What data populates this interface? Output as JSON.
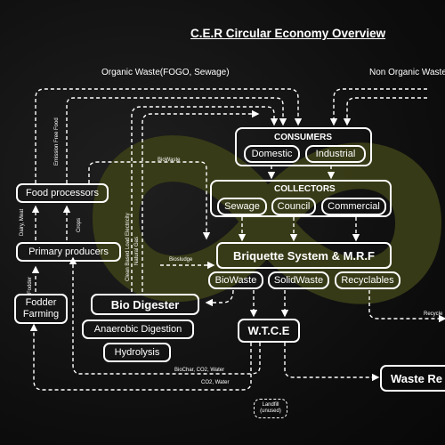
{
  "title": "C.E.R Circular Economy Overview",
  "labels": {
    "organic_waste": "Organic Waste(FOGO, Sewage)",
    "non_organic_waste": "Non Organic Waste",
    "emission_free_food": "Emission Free Food",
    "biowaste_flow": "BioWaste",
    "clean_electricity": "Clean Based Load Electricity",
    "natural_gas": "Natural Gas",
    "biosludge": "Biosludge",
    "dairy_meat": "Dairy, Meat",
    "crops": "Crops",
    "fodder": "Fodder",
    "biochar_co2_water": "BioChar, CO2, Water",
    "co2_water": "CO2, Water",
    "recycle": "Recycle"
  },
  "nodes": {
    "consumers": "CONSUMERS",
    "domestic": "Domestic",
    "industrial": "Industrial",
    "collectors": "COLLECTORS",
    "sewage": "Sewage",
    "council": "Council",
    "commercial": "Commercial",
    "briquette": "Briquette System & M.R.F",
    "biowaste": "BioWaste",
    "solidwaste": "SolidWaste",
    "recyclables": "Recyclables",
    "wtce": "W.T.C.E",
    "waste_residue": "Waste Re",
    "food_processors": "Food processors",
    "primary_producers": "Primary producers",
    "fodder_farming": "Fodder Farming",
    "bio_digester": "Bio Digester",
    "anaerobic": "Anaerobic Digestion",
    "hydrolysis": "Hydrolysis",
    "landfill": "Landfill (unused)"
  },
  "colors": {
    "watermark": "#3a3d17",
    "line": "#ffffff",
    "background": "#0d0d0d"
  }
}
